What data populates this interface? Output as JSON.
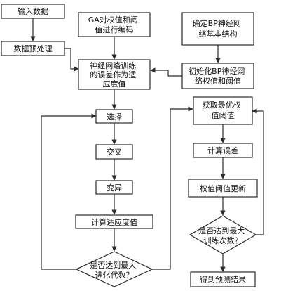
{
  "colors": {
    "stroke": "#2b2b2b",
    "fill": "#ffffff",
    "text": "#111111"
  },
  "nodes": {
    "input_data": "输入数据",
    "preprocess": "数据预处理",
    "ga_encode": [
      "GA对权值和阈",
      "值进行编码"
    ],
    "determine_bp": [
      "确定BP神经网",
      "络基本结构"
    ],
    "fitness_from_error": [
      "神经网络训练",
      "的误差作为适",
      "应度值"
    ],
    "init_bp": [
      "初始化BP神经网",
      "络权值和阈值"
    ],
    "select": "选择",
    "crossover": "交叉",
    "mutation": "变异",
    "calc_fitness": "计算适应度值",
    "ga_end_check": [
      "是否达到最大",
      "进化代数？"
    ],
    "get_optimal": [
      "获取最优权",
      "值阈值"
    ],
    "calc_error": "计算误差",
    "update_weights": "权值阈值更新",
    "train_end_check": [
      "是否达到最大",
      "训练次数？"
    ],
    "prediction": "得到预测结果"
  }
}
